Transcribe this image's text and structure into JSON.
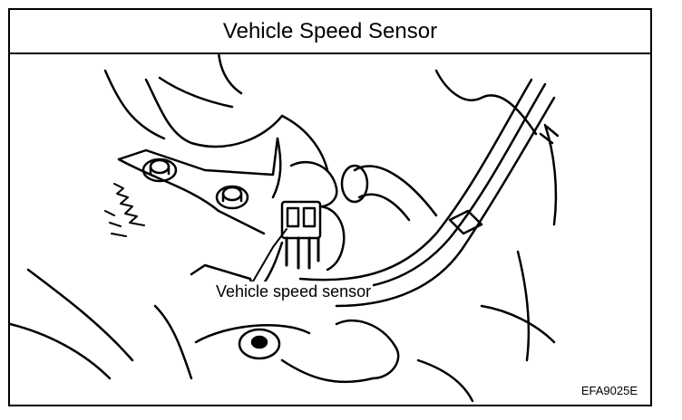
{
  "header": {
    "title": "Vehicle Speed Sensor"
  },
  "figure": {
    "callout_label": "Vehicle speed sensor",
    "code": "EFA9025E"
  },
  "colors": {
    "line": "#000000",
    "background": "#ffffff"
  }
}
